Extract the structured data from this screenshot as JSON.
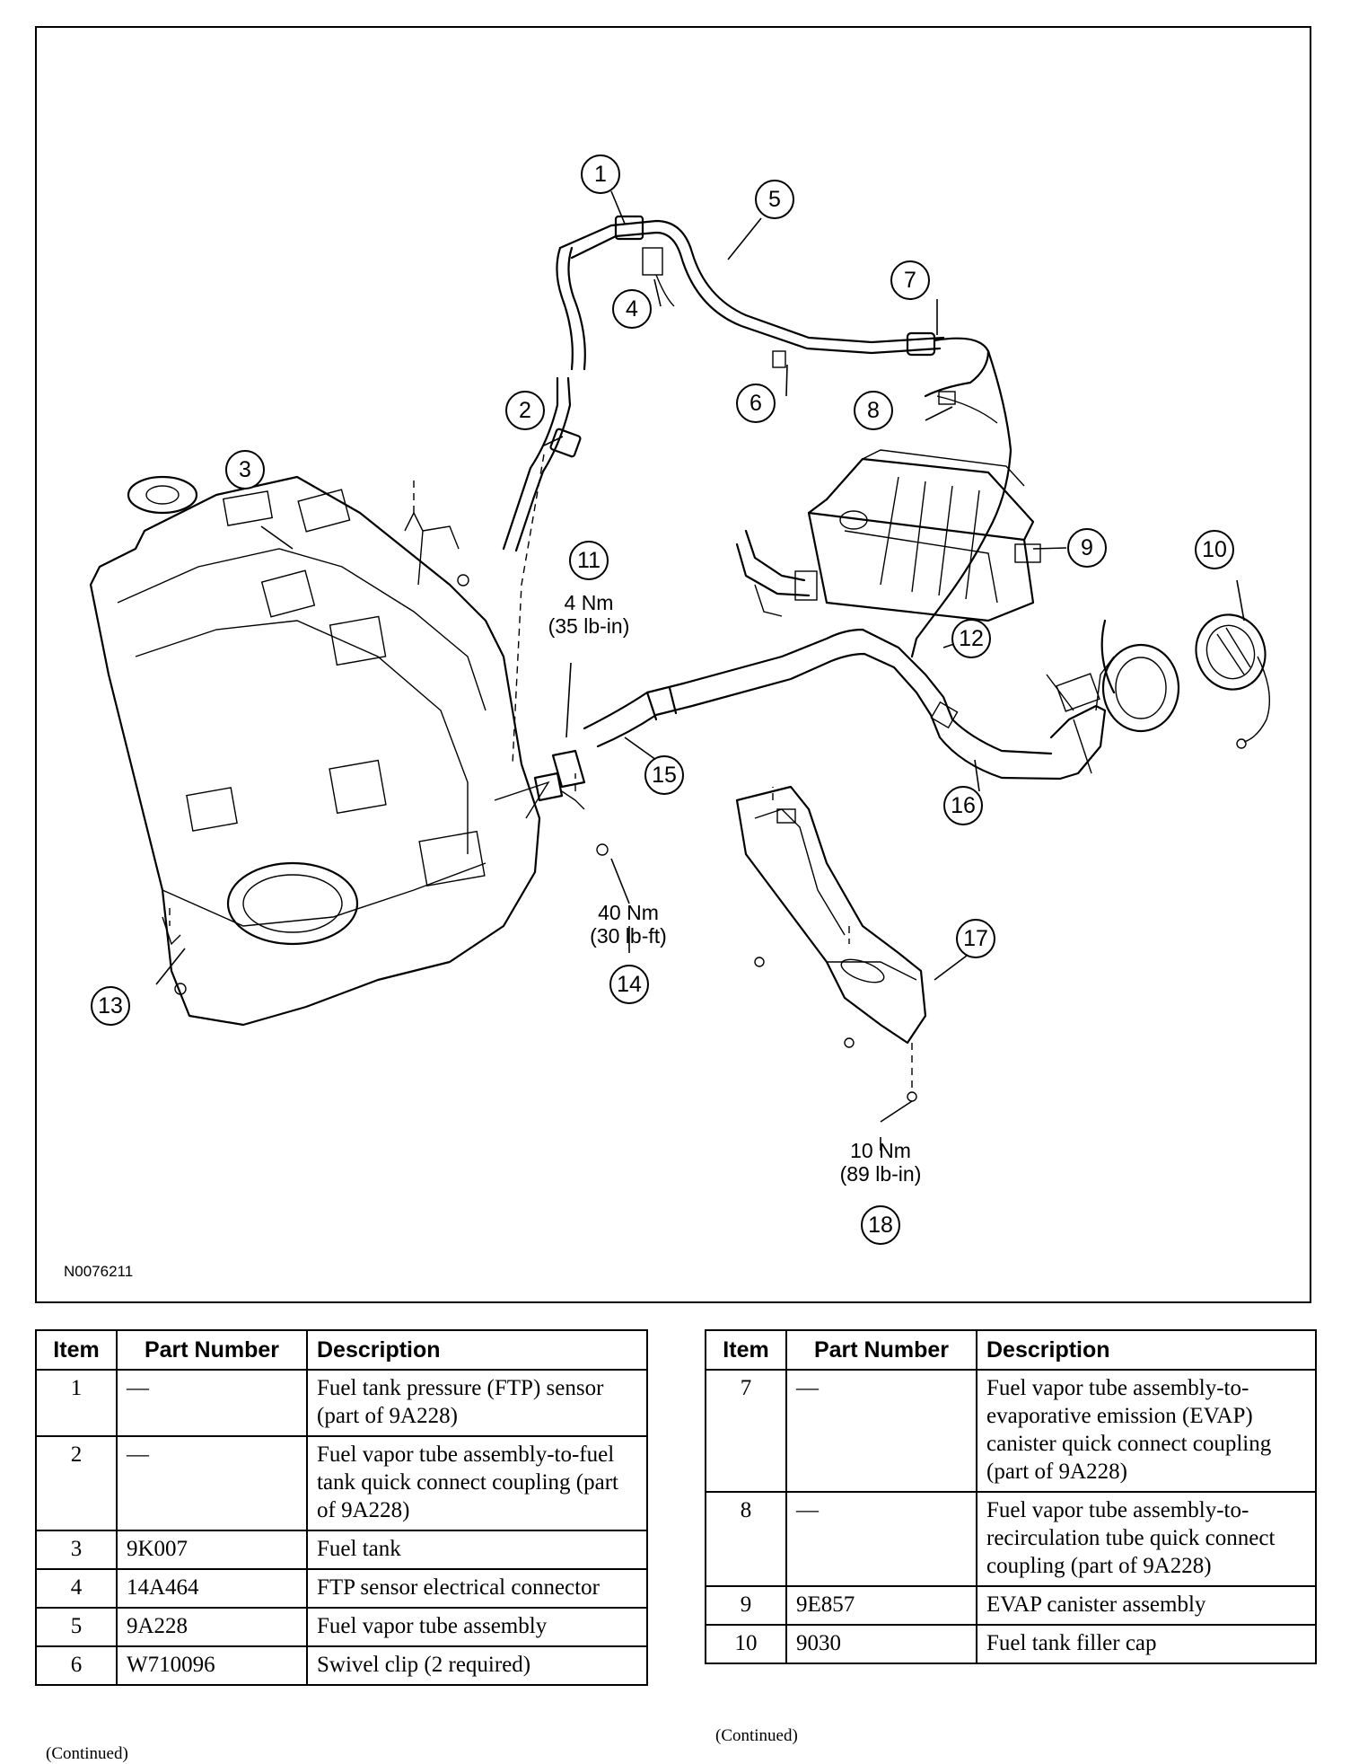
{
  "figure": {
    "id": "N0076211",
    "callouts": [
      "1",
      "2",
      "3",
      "4",
      "5",
      "6",
      "7",
      "8",
      "9",
      "10",
      "11",
      "12",
      "13",
      "14",
      "15",
      "16",
      "17",
      "18"
    ],
    "torque_specs": {
      "item11": [
        "4 Nm",
        "(35 lb-in)"
      ],
      "item14": [
        "40 Nm",
        "(30 lb-ft)"
      ],
      "item18": [
        "10 Nm",
        "(89 lb-in)"
      ]
    }
  },
  "tables": {
    "headers": {
      "item": "Item",
      "part_number": "Part Number",
      "description": "Description"
    },
    "left": [
      {
        "item": "1",
        "part_number": "—",
        "description": "Fuel tank pressure (FTP) sensor (part of 9A228)"
      },
      {
        "item": "2",
        "part_number": "—",
        "description": "Fuel vapor tube assembly-to-fuel tank quick connect coupling (part of 9A228)"
      },
      {
        "item": "3",
        "part_number": "9K007",
        "description": "Fuel tank"
      },
      {
        "item": "4",
        "part_number": "14A464",
        "description": "FTP sensor electrical connector"
      },
      {
        "item": "5",
        "part_number": "9A228",
        "description": "Fuel vapor tube assembly"
      },
      {
        "item": "6",
        "part_number": "W710096",
        "description": "Swivel clip (2 required)"
      }
    ],
    "right": [
      {
        "item": "7",
        "part_number": "—",
        "description": "Fuel vapor tube assembly-to-evaporative emission (EVAP) canister quick connect coupling (part of 9A228)"
      },
      {
        "item": "8",
        "part_number": "—",
        "description": "Fuel vapor tube assembly-to-recirculation tube quick connect coupling (part of 9A228)"
      },
      {
        "item": "9",
        "part_number": "9E857",
        "description": "EVAP canister assembly"
      },
      {
        "item": "10",
        "part_number": "9030",
        "description": "Fuel tank filler cap"
      }
    ],
    "continued_left": "(Continued)",
    "continued_right": "(Continued)"
  }
}
